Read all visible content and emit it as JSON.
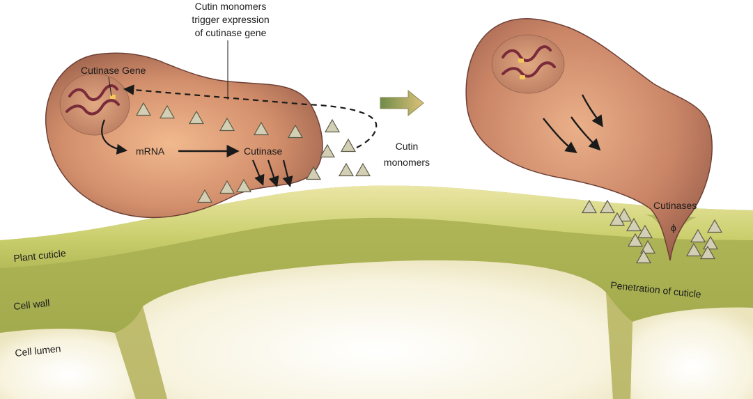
{
  "annotations": {
    "trigger": [
      "Cutin monomers",
      "trigger expression",
      "of cutinase gene"
    ],
    "cutinase_gene": "Cutinase Gene",
    "mrna": "mRNA",
    "cutinase": "Cutinase",
    "cutin_monomers": [
      "Cutin",
      "monomers"
    ],
    "cutinases": "Cutinases",
    "phi": "ϕ",
    "penetration": "Penetration of cuticle"
  },
  "layers": {
    "plant_cuticle": "Plant cuticle",
    "cell_wall": "Cell wall",
    "cell_lumen": "Cell lumen"
  },
  "colors": {
    "cuticle": "#c9cd6a",
    "cuticle_top": "#e6e2a0",
    "cell_wall": "#a5ad4e",
    "lumen": "#f6f3df",
    "spore": "#a86a53",
    "spore_light": "#ecb08a",
    "nucleus": "#c8906e",
    "dna": "#7a2b3a",
    "marker": "#f2c75c",
    "monomer": "#d3cfb4",
    "arrow_big_start": "#6e8a46",
    "arrow_big_end": "#d8c07a"
  },
  "icons": [
    "triangle-monomer-icon",
    "right-arrow-icon",
    "dna-strand-icon"
  ]
}
